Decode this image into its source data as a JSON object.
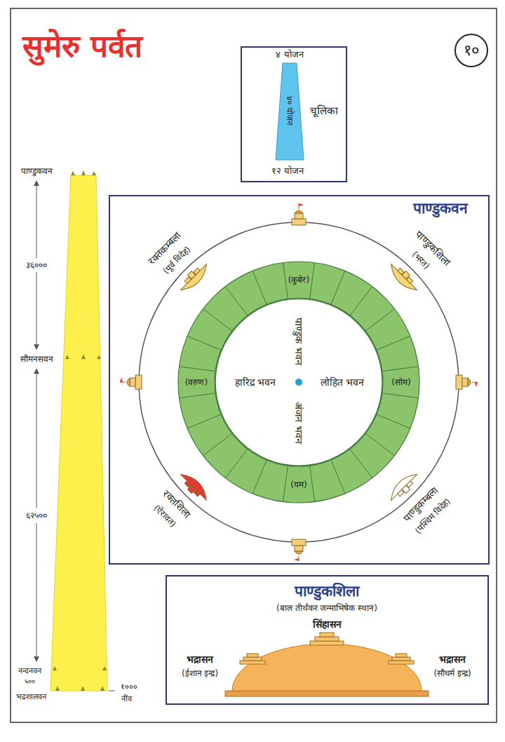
{
  "diagram": {
    "title": "सुमेरु पर्वत",
    "nodes": [
      {
        "text": [
          "१०"
        ]
      },
      {
        "text": [
          "४ योजन",
          "चूलिका",
          "१२ योजन"
        ]
      },
      {
        "text": [
          "४० योजन"
        ],
        "in": 1
      },
      {
        "text": [
          "पाण्डुकवन"
        ]
      },
      {
        "text": [
          "(कुबेर)",
          "(वरुण)",
          "(सोम)",
          "(यम)"
        ],
        "in": 3
      },
      {
        "text": [
          "पाण्डुक भवन",
          "हारिद्र भवन",
          "लोहित भवन",
          "अंजन भवन"
        ],
        "in": 4
      },
      {
        "text": [
          "पाण्डुकशिला",
          "(बाल तीर्थंकर जन्माभिषेक स्थान)"
        ]
      }
    ],
    "labels": [
      "पाण्डुकवन",
      "३६०००",
      "सौमनसवन",
      "६२५००",
      "नन्दनवन",
      "५००",
      "भद्रशालवन",
      "१०००",
      "नींव",
      "रक्तकम्बला",
      "(पूर्व विदेह)",
      "पाण्डुकशिला",
      "(भरत)",
      "रक्तशिला",
      "(ऐरावत)",
      "पाण्डुकम्बला",
      "(पश्चिम विदेह)",
      "सिंहासन",
      "भद्रासन",
      "(ईशान इन्द्र)",
      "भद्रासन",
      "(सौधर्म इन्द्र)"
    ]
  }
}
